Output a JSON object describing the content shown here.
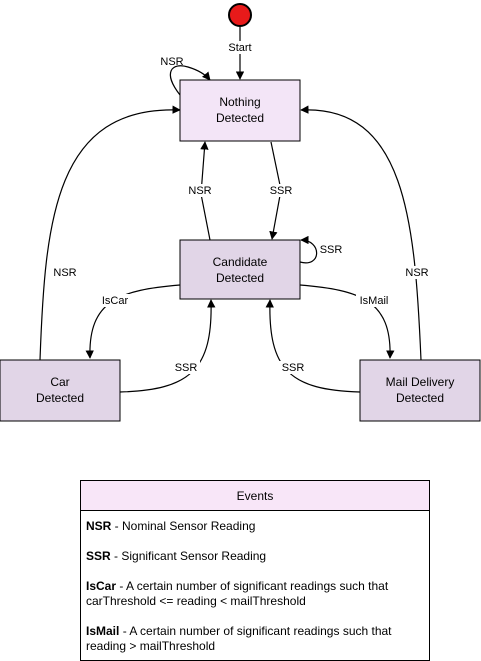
{
  "colors": {
    "start_fill": "#e81a1a",
    "nothing_fill": "#f3e5f7",
    "state_fill": "#e1d5e7",
    "stroke": "#000000",
    "legend_header": "#f8e6f8"
  },
  "start": {
    "label": "Start"
  },
  "states": {
    "nothing": [
      "Nothing",
      "Detected"
    ],
    "candidate": [
      "Candidate",
      "Detected"
    ],
    "car": [
      "Car",
      "Detected"
    ],
    "mail": [
      "Mail Delivery",
      "Detected"
    ]
  },
  "edges": {
    "nsr_self_nothing": "NSR",
    "nsr_candidate_to_nothing": "NSR",
    "ssr_nothing_to_candidate": "SSR",
    "ssr_self_candidate": "SSR",
    "nsr_car_to_nothing": "NSR",
    "nsr_mail_to_nothing": "NSR",
    "iscar": "IsCar",
    "ismail": "IsMail",
    "ssr_car_to_candidate": "SSR",
    "ssr_mail_to_candidate": "SSR"
  },
  "legend": {
    "title": "Events",
    "items": [
      {
        "term": "NSR",
        "desc": " - Nominal Sensor Reading"
      },
      {
        "term": "SSR",
        "desc": " - Significant Sensor Reading"
      },
      {
        "term": "IsCar",
        "desc": " - A certain number of significant readings such that",
        "desc2": "carThreshold <= reading < mailThreshold"
      },
      {
        "term": "IsMail",
        "desc": " - A certain number of significant readings such that",
        "desc2": "reading > mailThreshold"
      }
    ]
  }
}
